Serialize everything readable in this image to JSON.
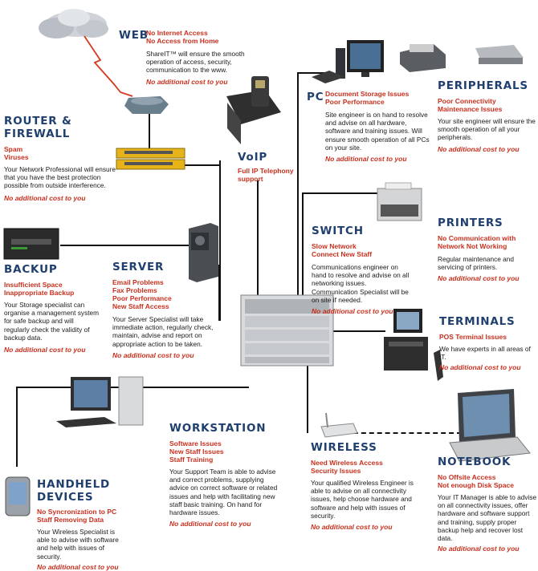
{
  "colors": {
    "title": "#1f3f6e",
    "issue": "#c8301e",
    "line": "#111111"
  },
  "icons": [
    "cloud-icon",
    "router-icon",
    "switch-icon",
    "tape-drive-icon",
    "server-tower-icon",
    "network-switch-icon",
    "voip-phone-icon",
    "pc-icon",
    "printer-icon",
    "scanner-icon",
    "laser-printer-icon",
    "pos-terminal-icon",
    "desktop-pc-icon",
    "wireless-ap-icon",
    "laptop-icon",
    "pda-icon"
  ],
  "web": {
    "title": "WEB",
    "issues": [
      "No Internet Access",
      "No Access from Home"
    ],
    "body": "ShareIT™ will ensure the smooth operation of access, security, communication to the www.",
    "nocost": "No additional cost to you"
  },
  "router": {
    "title": "ROUTER & FIREWALL",
    "issues": [
      "Spam",
      "Viruses"
    ],
    "body": "Your Network Professional will ensure that you have the best protection possible from outside interference.",
    "nocost": "No additional cost to you"
  },
  "voip": {
    "title": "VoIP",
    "issues": [
      "Full IP Telephony support"
    ]
  },
  "pc": {
    "title": "PC",
    "issues": [
      "Document Storage Issues",
      "Poor Performance"
    ],
    "body": "Site engineer is on hand to resolve and advise on all hardware, software and training issues. Will ensure smooth operation of all PCs on your site.",
    "nocost": "No additional cost to you"
  },
  "peripherals": {
    "title": "PERIPHERALS",
    "issues": [
      "Poor Connectivity",
      "Maintenance Issues"
    ],
    "body": "Your site engineer will ensure the smooth operation of all your peripherals.",
    "nocost": "No additional cost to you"
  },
  "backup": {
    "title": "BACKUP",
    "issues": [
      "Insufficient Space",
      "Inappropriate Backup"
    ],
    "body": "Your Storage specialist can organise a management system for safe backup and will regularly check the validity of backup data.",
    "nocost": "No additional cost to you"
  },
  "server": {
    "title": "SERVER",
    "issues": [
      "Email Problems",
      "Fax Problems",
      "Poor Performance",
      "New Staff Access"
    ],
    "body": "Your Server Specialist will take immediate action, regularly check, maintain, advise and report on appropriate action to be taken.",
    "nocost": "No additional cost to you"
  },
  "switch": {
    "title": "SWITCH",
    "issues": [
      "Slow Network",
      "Connect New Staff"
    ],
    "body": "Communications engineer on hand to resolve and advise on all networking issues. Communication Specialist will be on site if needed.",
    "nocost": "No additional cost to you"
  },
  "printers": {
    "title": "PRINTERS",
    "issues": [
      "No Communication with",
      "Network Not Working"
    ],
    "body": "Regular maintenance and servicing of printers.",
    "nocost": "No additional cost to you"
  },
  "terminals": {
    "title": "TERMINALS",
    "issues": [
      "POS Terminal Issues"
    ],
    "body": "We have experts in all areas of IT.",
    "nocost": "No additional cost to you"
  },
  "workstation": {
    "title": "WORKSTATION",
    "issues": [
      "Software Issues",
      "New Staff Issues",
      "Staff Training"
    ],
    "body": "Your Support Team is able to advise and correct problems, supplying advice on correct software or related issues and help with facilitating new staff basic training. On hand for hardware issues.",
    "nocost": "No additional cost to you"
  },
  "wireless": {
    "title": "WIRELESS",
    "issues": [
      "Need Wireless Access",
      "Security Issues"
    ],
    "body": "Your qualified Wireless Engineer is able to advise on all connectivity issues, help choose hardware and software and help with issues of security.",
    "nocost": "No additional cost to you"
  },
  "notebook": {
    "title": "NOTEBOOK",
    "issues": [
      "No Offsite Access",
      "Not enough Disk Space"
    ],
    "body": "Your IT Manager is able to advise on all connectivity issues, offer hardware and software support and training, supply proper backup help and recover lost data.",
    "nocost": "No additional cost to you"
  },
  "handheld": {
    "title": "HANDHELD DEVICES",
    "issues": [
      "No Syncronization to PC",
      "Staff Removing Data"
    ],
    "body": "Your Wireless Specialist is able to advise with software and help with issues of security.",
    "nocost": "No additional cost to you"
  }
}
